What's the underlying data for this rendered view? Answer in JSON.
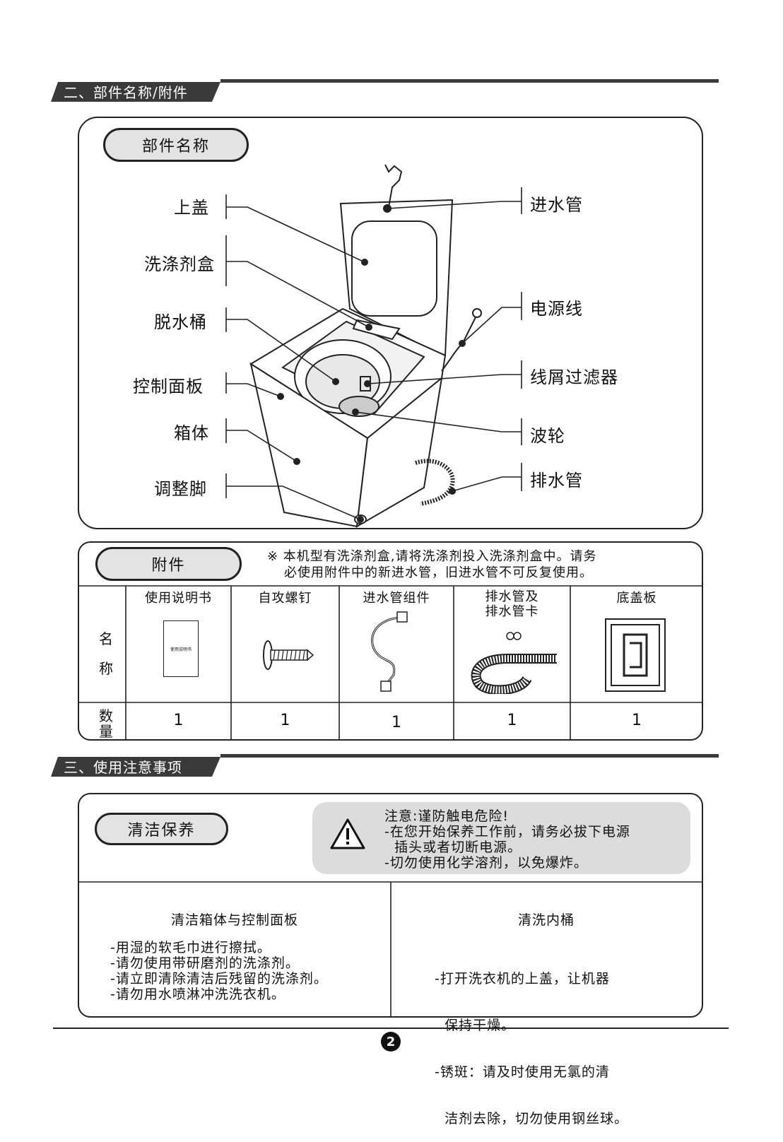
{
  "section2": {
    "title": "二、部件名称/附件"
  },
  "parts": {
    "header": "部件名称",
    "left_labels": [
      "上盖",
      "洗涤剂盒",
      "脱水桶",
      "控制面板",
      "箱体",
      "调整脚"
    ],
    "right_labels": [
      "进水管",
      "电源线",
      "线屑过滤器",
      "波轮",
      "排水管"
    ]
  },
  "accessories": {
    "header": "附件",
    "note_line1": "※ 本机型有洗涤剂盒,请将洗涤剂投入洗涤剂盒中。请务",
    "note_line2": "必使用附件中的新进水管，旧进水管不可反复使用。",
    "row_name_1": "名",
    "row_name_2": "称",
    "row_qty_1": "数",
    "row_qty_2": "量",
    "columns": [
      {
        "name": "使用说明书",
        "qty": "1"
      },
      {
        "name": "自攻螺钉",
        "qty": "1"
      },
      {
        "name": "进水管组件",
        "qty": "1"
      },
      {
        "name": "排水管及\n排水管卡",
        "qty": "1"
      },
      {
        "name": "底盖板",
        "qty": "1"
      }
    ],
    "manual_cover": "使用说明书"
  },
  "section3": {
    "title": "三、使用注意事项"
  },
  "cleaning": {
    "header": "清洁保养",
    "warning_lines": [
      "注意:谨防触电危险!",
      "-在您开始保养工作前，请务必拔下电源",
      "  插头或者切断电源。",
      "-切勿使用化学溶剂，以免爆炸。"
    ],
    "left_title": "清洁箱体与控制面板",
    "left_items": [
      "-用湿的软毛巾进行擦拭。",
      "-请勿使用带研磨剂的洗涤剂。",
      "-请立即清除清洁后残留的洗涤剂。",
      "-请勿用水喷淋冲洗洗衣机。"
    ],
    "right_title": "清洗内桶",
    "right_items": [
      "-打开洗衣机的上盖，让机器",
      "  保持干燥。",
      "-锈斑：请及时使用无氯的清",
      "  洁剂去除，切勿使用钢丝球。"
    ]
  },
  "page_number": "2"
}
